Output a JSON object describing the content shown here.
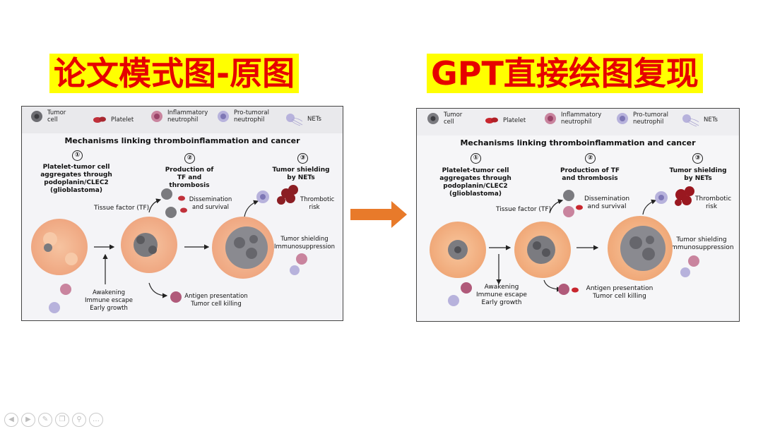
{
  "titles": {
    "left": "论文模式图-原图",
    "right": "GPT直接绘图复现"
  },
  "legend": {
    "tumor_cell": "Tumor cell",
    "platelet": "Platelet",
    "inflammatory_neutrophil": "Inflammatory neutrophil",
    "pro_tumoral_neutrophil": "Pro-tumoral neutrophil",
    "nets": "NETs"
  },
  "diagram": {
    "heading": "Mechanisms linking thromboinflammation and cancer",
    "step1_num": "①",
    "step2_num": "②",
    "step3_num": "③",
    "step1_title": "Platelet-tumor cell aggregates through podoplanin/CLEC2 (glioblastoma)",
    "step2_title": "Production of TF and thrombosis",
    "step3_title": "Tumor shielding by NETs",
    "tissue_factor": "Tissue factor (TF)",
    "dissemination": "Dissemination and survival",
    "thrombotic_risk": "Thrombotic risk",
    "tumor_shielding": "Tumor shielding Immunosuppression",
    "awakening": "Awakening Immune escape Early growth",
    "antigen": "Antigen presentation Tumor cell killing"
  },
  "colors": {
    "title_text": "#e60000",
    "title_bg": "#ffff00",
    "arrow": "#e87a2a",
    "tumor_mass": "#f6b98a",
    "tumor_cell": "#7a7a7e",
    "platelet": "#c0303a",
    "inflammatory_neutrophil": "#b05a7a",
    "pro_tumoral_neutrophil": "#8d86c0"
  },
  "toolbar": {
    "icons": [
      "prev-icon",
      "next-icon",
      "pen-icon",
      "copy-icon",
      "zoom-icon",
      "more-icon"
    ]
  }
}
